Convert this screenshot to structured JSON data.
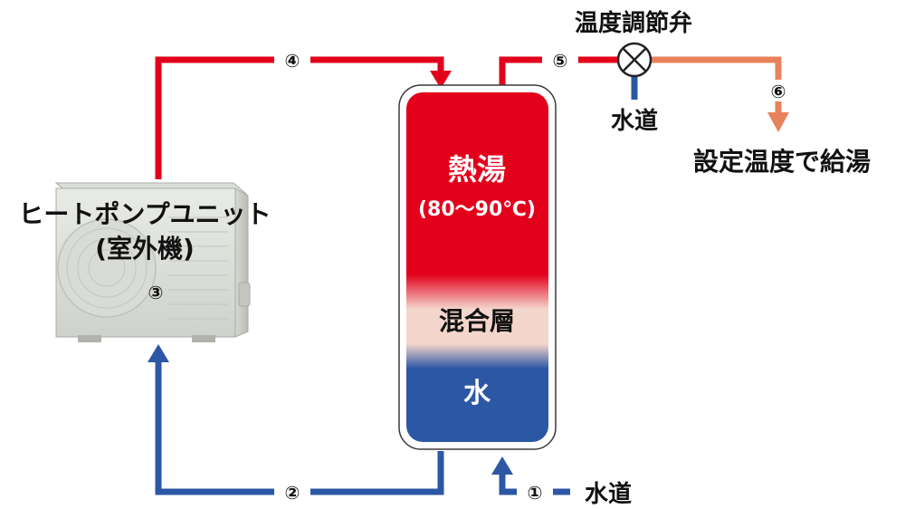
{
  "colors": {
    "hot": "#e3001b",
    "cold": "#2b57a5",
    "mixed_out": "#e8825c",
    "mix_layer": "#f4d5cc"
  },
  "heat_pump": {
    "title_line1": "ヒートポンプユニット",
    "title_line2": "(室外機)",
    "step": "③"
  },
  "tank": {
    "hot_label": "熱湯",
    "hot_temp": "(80〜90℃)",
    "mix_label": "混合層",
    "water_label": "水"
  },
  "valve": {
    "label": "温度調節弁",
    "inlet_label": "水道"
  },
  "output": {
    "label": "設定温度で給湯",
    "step": "⑥"
  },
  "steps": {
    "s1": "①",
    "s2": "②",
    "s4": "④",
    "s5": "⑤"
  },
  "supply": {
    "label": "水道"
  }
}
